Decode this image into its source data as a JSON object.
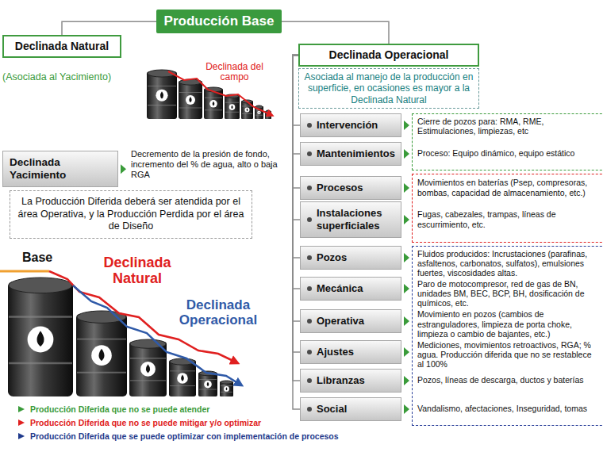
{
  "diagram": {
    "nodes": [
      {
        "text": [
          "Producción Base"
        ]
      },
      {
        "text": [
          "Declinada Natural"
        ]
      },
      {
        "text": [
          "Declinada Operacional"
        ]
      },
      {
        "text": [
          "Asociada al manejo de la producción en superficie, en ocasiones es mayor a la Declinada Natural"
        ]
      },
      {
        "text": [
          "Declinada Yacimiento"
        ]
      },
      {
        "text": [
          "La Producción Diferida deberá ser atendida por el área Operativa, y la Producción Perdida por el área de Diseño"
        ]
      },
      {
        "text": [
          "Intervención"
        ]
      },
      {
        "text": [
          "Mantenimientos"
        ]
      },
      {
        "text": [
          "Procesos"
        ]
      },
      {
        "text": [
          "Instalaciones superficiales"
        ]
      },
      {
        "text": [
          "Pozos"
        ]
      },
      {
        "text": [
          "Mecánica"
        ]
      },
      {
        "text": [
          "Operativa"
        ]
      },
      {
        "text": [
          "Ajustes"
        ]
      },
      {
        "text": [
          "Libranzas"
        ]
      },
      {
        "text": [
          "Social"
        ]
      },
      {
        "text": [
          "Cierre de pozos para: RMA, RME, Estimulaciones, limpiezas, etc",
          "Proceso: Equipo dinámico, equipo estático"
        ]
      },
      {
        "text": [
          "Movimientos en baterías (Psep, compresoras, bombas, capacidad de almacenamiento, etc.)",
          "Fugas, cabezales, trampas, líneas de escurrimiento, etc."
        ]
      },
      {
        "text": [
          "Fluidos producidos: Incrustaciones (parafinas, asfaltenos, carbonatos, sulfatos), emulsiones fuertes, viscosidades altas.",
          "Paro de motocompresor, red de gas de BN, unidades BM, BEC, BCP, BH, dosificación de químicos, etc.",
          "Movimiento en pozos (cambios de estranguladores, limpieza de porta choke, limpieza o cambio de bajantes, etc.)",
          "Mediciones, movimientos retroactivos, RGA; % agua. Producción diferida que no se restablece al 100%",
          "Pozos, líneas de descarga, ductos y baterías",
          "Vandalismo, afectaciones, Inseguridad, tomas"
        ]
      }
    ],
    "edges": [
      {
        "from": 0,
        "to": 1,
        "arrow": "none"
      },
      {
        "from": 0,
        "to": 2,
        "arrow": "none"
      },
      {
        "from": 2,
        "to": 6,
        "arrow": "none"
      },
      {
        "from": 2,
        "to": 7,
        "arrow": "none"
      },
      {
        "from": 2,
        "to": 8,
        "arrow": "none"
      },
      {
        "from": 2,
        "to": 9,
        "arrow": "none"
      },
      {
        "from": 2,
        "to": 10,
        "arrow": "none"
      },
      {
        "from": 2,
        "to": 11,
        "arrow": "none"
      },
      {
        "from": 2,
        "to": 12,
        "arrow": "none"
      },
      {
        "from": 2,
        "to": 13,
        "arrow": "none"
      },
      {
        "from": 2,
        "to": 14,
        "arrow": "none"
      },
      {
        "from": 2,
        "to": 15,
        "arrow": "none"
      }
    ],
    "labels": [
      "(Asociada al Yacimiento)",
      "Declinada del campo",
      "Decremento de la presión de fondo, incremento del % de agua, alto o baja RGA",
      "Base",
      "Declinada Natural",
      "Declinada Operacional"
    ],
    "legend": [
      {
        "text": "Producción Diferida que no se puede atender",
        "color": "#3a9b3a"
      },
      {
        "text": "Producción Diferida que no se puede mitigar y/o optimizar",
        "color": "#e02020"
      },
      {
        "text": "Producción Diferida que se puede optimizar con implementación de procesos",
        "color": "#1f3a8c"
      }
    ]
  }
}
